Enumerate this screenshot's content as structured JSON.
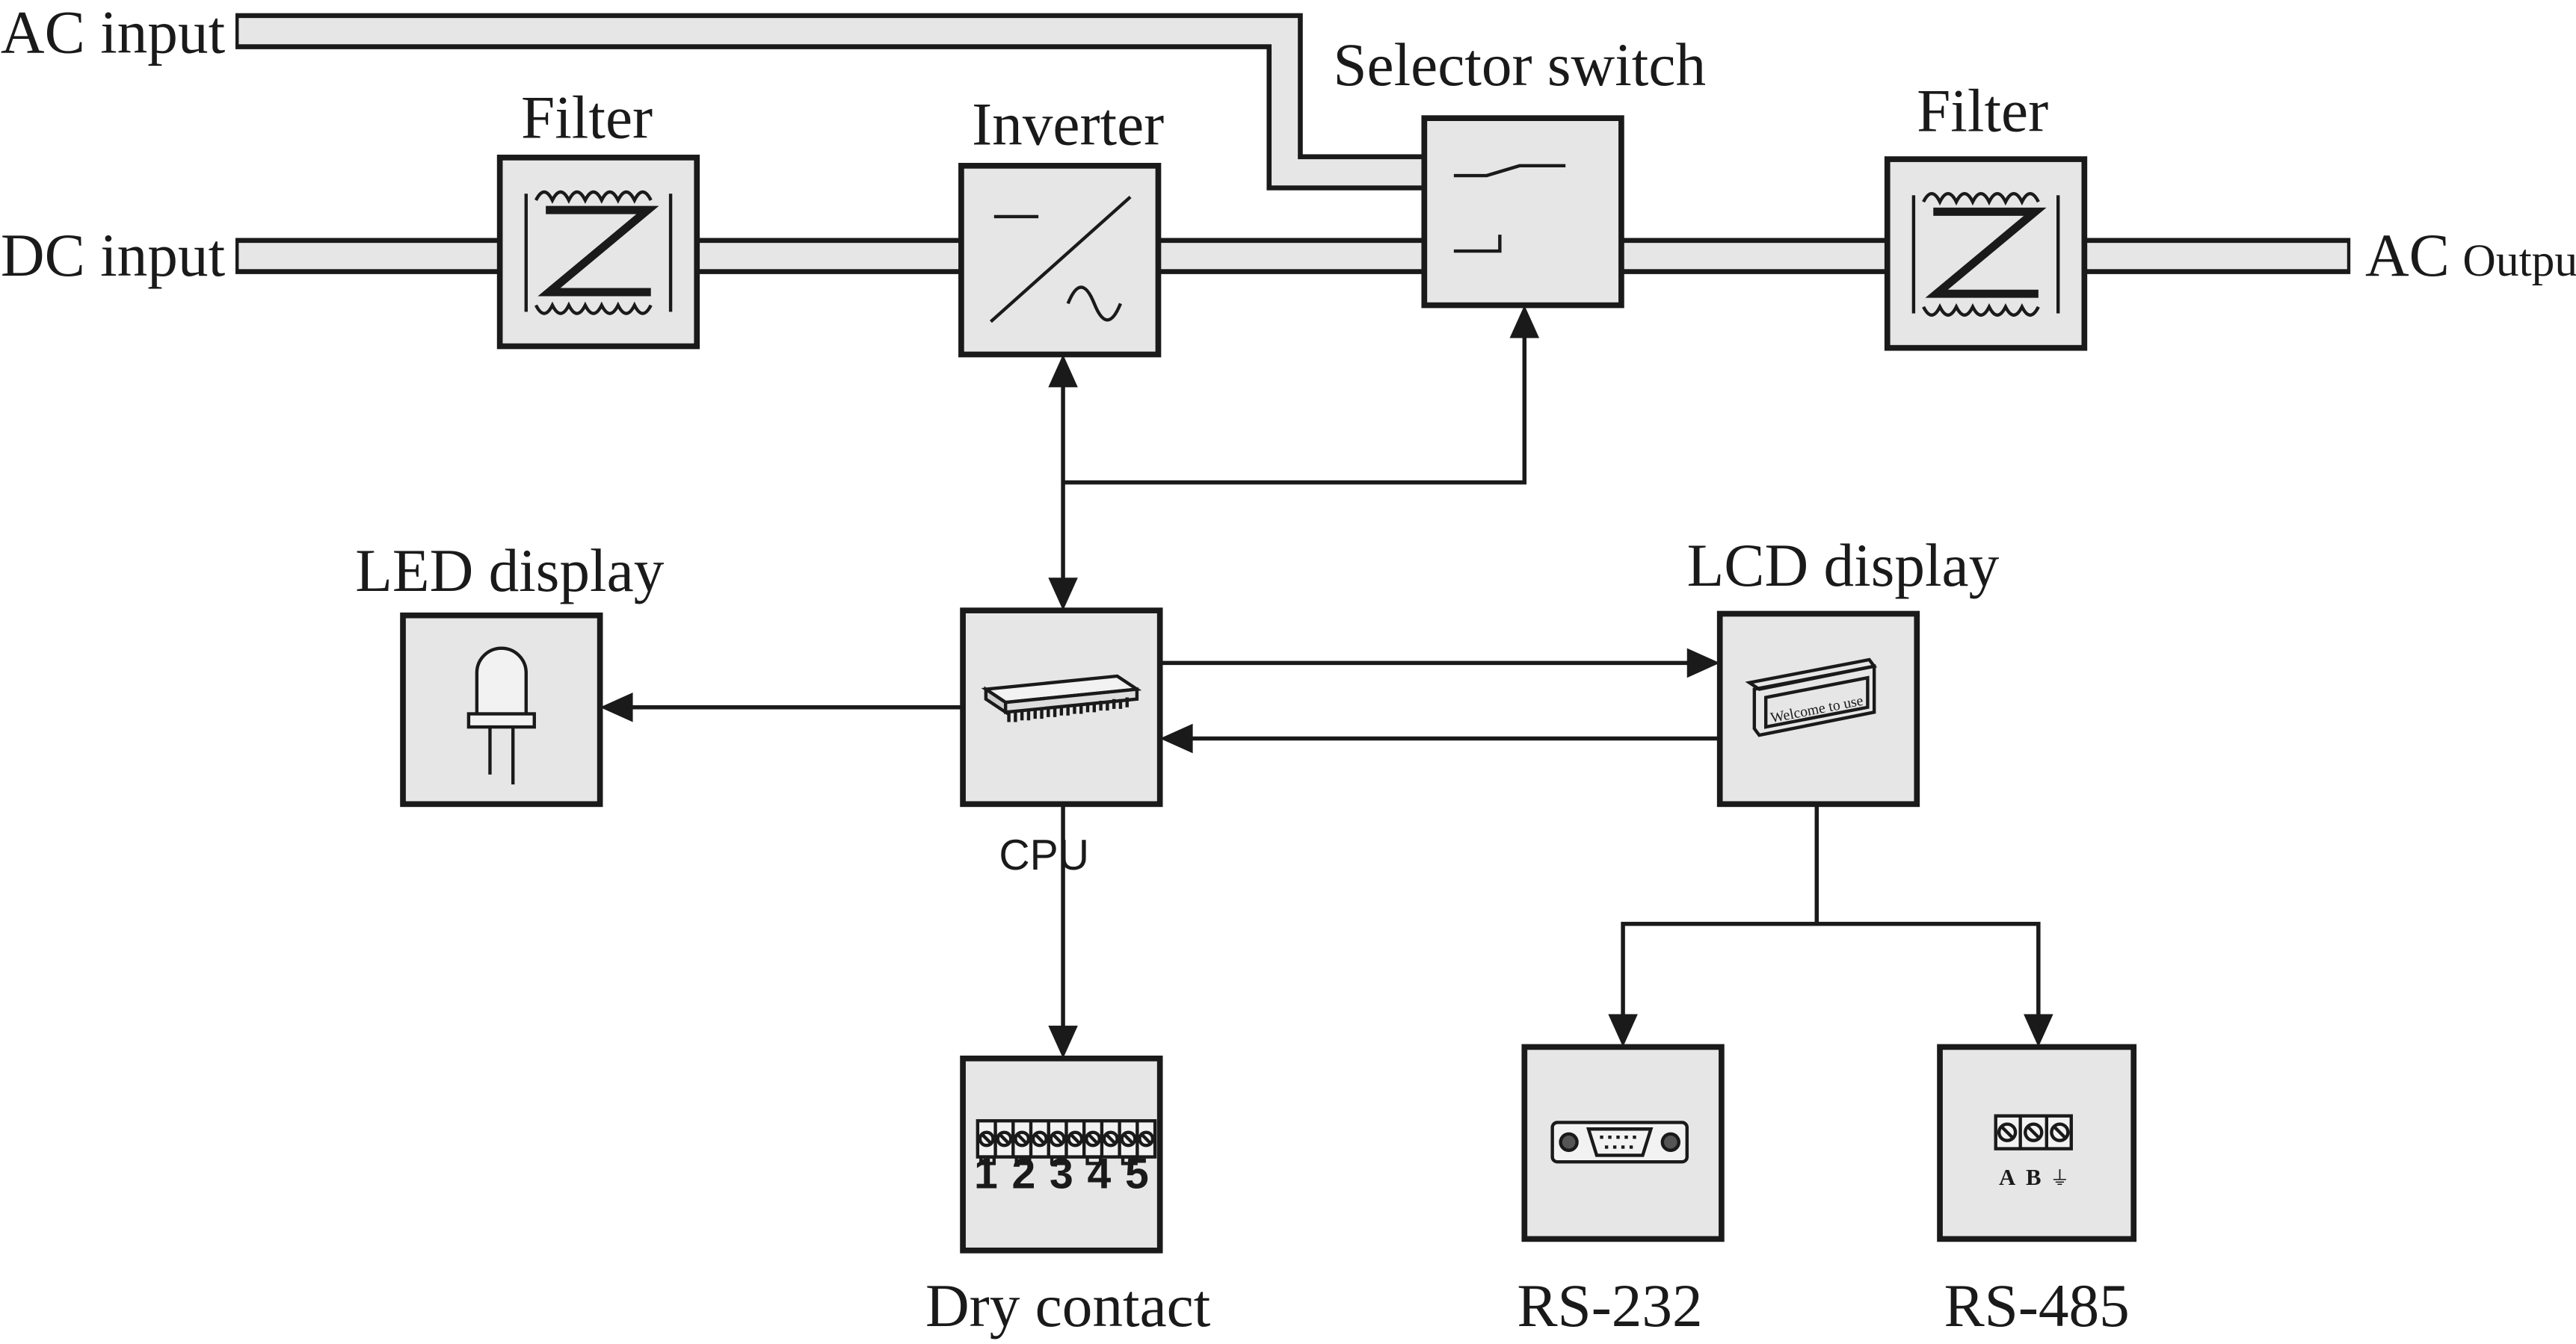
{
  "inputs": {
    "ac_input": "AC input",
    "dc_input": "DC input"
  },
  "output": {
    "ac": "AC",
    "output": "Output"
  },
  "blocks": {
    "filter_in": "Filter",
    "inverter": "Inverter",
    "selector": "Selector switch",
    "filter_out": "Filter",
    "led": "LED display",
    "cpu": "CPU",
    "lcd": "LCD display",
    "dry_contact": "Dry contact",
    "rs232": "RS-232",
    "rs485": "RS-485"
  },
  "lcd_screen_text": "Welcome to use",
  "dry_contact_terminals": [
    "1",
    "2",
    "3",
    "4",
    "5"
  ],
  "rs485_terminals": {
    "a": "A",
    "b": "B",
    "ground": "⏚"
  },
  "colors": {
    "box_fill": "#e6e6e6",
    "line": "#1a1a1a"
  }
}
